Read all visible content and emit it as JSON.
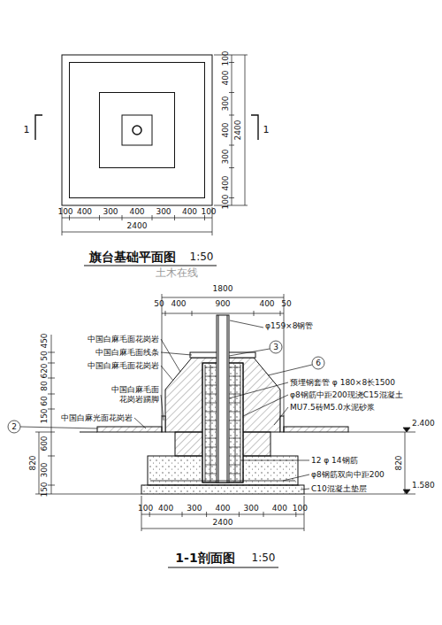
{
  "diagram": {
    "labels": [
      "100",
      "400",
      "300",
      "400",
      "300",
      "400",
      "100",
      "2400",
      "100",
      "400",
      "300",
      "400",
      "300",
      "400",
      "100",
      "2400",
      "1",
      "1",
      "旗台基础平面图",
      "1:50",
      "1800",
      "50",
      "400",
      "900",
      "400",
      "50",
      "φ159×8钢管",
      "3",
      "中国白麻毛面花岗岩",
      "中国白麻毛面线条",
      "中国白麻毛面花岗岩",
      "中国白麻毛面 花岗岩踢脚",
      "中国白麻光面花岗岩",
      "2",
      "6",
      "预埋钢套管 φ 180×8长1500",
      "φ8钢筋中距200现浇C15混凝土",
      "MU7.5砖M5.0水泥砂浆",
      "12 φ 14钢筋",
      "φ8钢筋双向中距200",
      "C10混凝土垫层",
      "450",
      "50",
      "620",
      "80",
      "60",
      "150",
      "820",
      "600",
      "300",
      "150",
      "2.400",
      "820",
      "1.580",
      "100",
      "400",
      "300",
      "400",
      "300",
      "400",
      "100",
      "2400",
      "1-1剖面图",
      "1:50",
      "土木在线"
    ]
  }
}
